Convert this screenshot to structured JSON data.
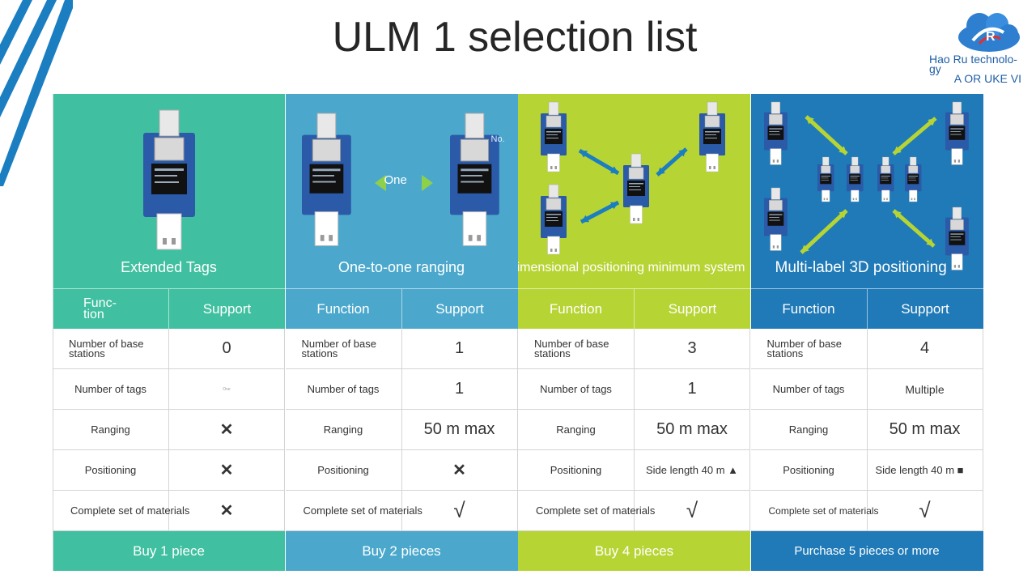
{
  "page": {
    "title": "ULM 1 selection list",
    "brand_line1": "Hao Ru technolo-gy",
    "brand_line2": "A OR UKE VI"
  },
  "colors": {
    "teal": "#40c0a0",
    "blue_teal": "#4ba8cc",
    "lime": "#b7d435",
    "blue": "#1f7ab7",
    "title_text": "#262626",
    "stripe": "#1a7ec1"
  },
  "columns": [
    {
      "caption": "Extended Tags",
      "image_overlay": "",
      "header_left": "Func- tion",
      "header_right": "Support",
      "rows": [
        {
          "label": "Number of base stations",
          "value": "0",
          "icon": ""
        },
        {
          "label": "Number of tags",
          "value": "One",
          "icon": ""
        },
        {
          "label": "Ranging",
          "value": "",
          "icon": "cross-icon"
        },
        {
          "label": "Positioning",
          "value": "",
          "icon": "cross-icon"
        },
        {
          "label": "Complete set of materials",
          "value": "",
          "icon": "cross-icon"
        }
      ],
      "footer": "Buy 1 piece"
    },
    {
      "caption": "One-to-one ranging",
      "image_overlay": "One",
      "image_overlay2": "No.",
      "header_left": "Function",
      "header_right": "Support",
      "rows": [
        {
          "label": "Number of base stations",
          "value": "1",
          "icon": ""
        },
        {
          "label": "Number of tags",
          "value": "1",
          "icon": ""
        },
        {
          "label": "Ranging",
          "value": "50 m max",
          "icon": ""
        },
        {
          "label": "Positioning",
          "value": "",
          "icon": "cross-icon"
        },
        {
          "label": "Complete set of materials",
          "value": "√",
          "icon": "check-icon"
        }
      ],
      "footer": "Buy 2 pieces"
    },
    {
      "caption": "Two-dimensional positioning minimum system",
      "header_left": "Function",
      "header_right": "Support",
      "rows": [
        {
          "label": "Number of base stations",
          "value": "3",
          "icon": ""
        },
        {
          "label": "Number of tags",
          "value": "1",
          "icon": ""
        },
        {
          "label": "Ranging",
          "value": "50 m max",
          "icon": ""
        },
        {
          "label": "Positioning",
          "value": "Side length 40 m ▲",
          "icon": ""
        },
        {
          "label": "Complete set of materials",
          "value": "√",
          "icon": "check-icon"
        }
      ],
      "footer": "Buy 4 pieces"
    },
    {
      "caption": "Multi-label 3D positioning",
      "header_left": "Function",
      "header_right": "Support",
      "rows": [
        {
          "label": "Number of base stations",
          "value": "4",
          "icon": ""
        },
        {
          "label": "Number of tags",
          "value": "Multiple",
          "icon": ""
        },
        {
          "label": "Ranging",
          "value": "50 m max",
          "icon": ""
        },
        {
          "label": "Positioning",
          "value": "Side length 40 m ■",
          "icon": ""
        },
        {
          "label": "Complete set of materials",
          "value": "√",
          "icon": "check-icon"
        }
      ],
      "footer": "Purchase 5 pieces or more"
    }
  ]
}
